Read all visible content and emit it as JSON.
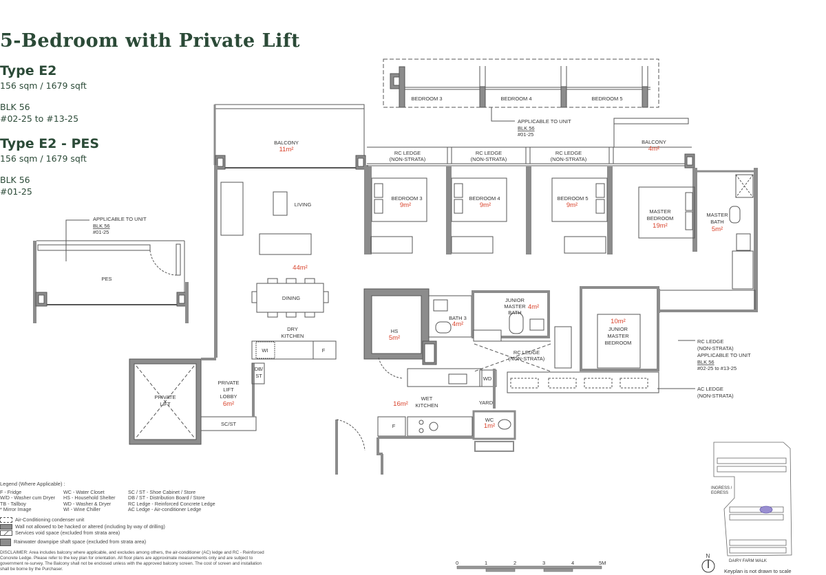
{
  "header": {
    "title": "5-Bedroom with Private Lift",
    "types": [
      {
        "name": "Type E2",
        "area": "156 sqm / 1679 sqft",
        "block": "BLK 56",
        "units": "#02-25 to #13-25"
      },
      {
        "name": "Type E2 - PES",
        "area": "156 sqm / 1679 sqft",
        "block": "BLK 56",
        "units": "#01-25"
      }
    ]
  },
  "plan": {
    "rooms": {
      "balcony_main": {
        "label": "BALCONY",
        "area": "11m²"
      },
      "living": {
        "label": "LIVING"
      },
      "living_dining_area": "44m²",
      "dining": {
        "label": "DINING"
      },
      "dry_kitchen": {
        "label1": "DRY",
        "label2": "KITCHEN"
      },
      "wi": "WI",
      "fridge_dry": "F",
      "db_st1": "DB/",
      "db_st2": "ST",
      "private_lift": {
        "label1": "PRIVATE",
        "label2": "LIFT"
      },
      "private_lift_lobby": {
        "label1": "PRIVATE",
        "label2": "LIFT",
        "label3": "LOBBY",
        "area": "6m²"
      },
      "sc_st": "SC/ST",
      "bedroom3": {
        "label": "BEDROOM 3",
        "area": "9m²"
      },
      "bedroom4": {
        "label": "BEDROOM 4",
        "area": "9m²"
      },
      "bedroom5": {
        "label": "BEDROOM 5",
        "area": "9m²"
      },
      "master_bedroom": {
        "label1": "MASTER",
        "label2": "BEDROOM",
        "area": "19m²"
      },
      "master_bath": {
        "label1": "MASTER",
        "label2": "BATH",
        "area": "5m²"
      },
      "balcony_master": {
        "label": "BALCONY",
        "area": "4m²"
      },
      "hs": {
        "label": "HS",
        "area": "5m²"
      },
      "bath3": {
        "label": "BATH 3",
        "area": "4m²"
      },
      "junior_master_bath": {
        "label1": "JUNIOR",
        "label2": "MASTER",
        "label3": "BATH",
        "area": "4m²"
      },
      "junior_master_bedroom": {
        "label1": "JUNIOR",
        "label2": "MASTER",
        "label3": "BEDROOM",
        "area": "10m²"
      },
      "rc_ledge_inner": {
        "label1": "RC LEDGE",
        "label2": "(NON-STRATA)"
      },
      "wet_kitchen": {
        "label1": "WET",
        "label2": "KITCHEN",
        "area": "16m²"
      },
      "fridge_wet": "F",
      "wd": "WD",
      "yard": "YARD",
      "wc": {
        "label": "WC",
        "area": "1m²"
      },
      "pes": {
        "label": "PES"
      }
    },
    "ledges": [
      {
        "label1": "RC LEDGE",
        "label2": "(NON-STRATA)"
      },
      {
        "label1": "RC LEDGE",
        "label2": "(NON-STRATA)"
      },
      {
        "label1": "RC LEDGE",
        "label2": "(NON-STRATA)"
      }
    ],
    "pes_variant_bedrooms": [
      "BEDROOM 3",
      "BEDROOM 4",
      "BEDROOM 5"
    ],
    "callouts": {
      "top": {
        "line1": "APPLICABLE TO UNIT",
        "line2": "BLK 56",
        "line3": "#01-25"
      },
      "pes": {
        "line1": "APPLICABLE TO UNIT",
        "line2": "BLK 56",
        "line3": "#01-25"
      },
      "rc_ledge_right": {
        "line1": "RC LEDGE",
        "line2": "(NON-STRATA)",
        "line3": "APPLICABLE TO UNIT",
        "line4": "BLK 56",
        "line5": "#02-25 to #13-25"
      },
      "ac_ledge_right": {
        "line1": "AC LEDGE",
        "line2": "(NON-STRATA)"
      }
    }
  },
  "legend": {
    "title": "Legend (Where Applicable) :",
    "col1": [
      "F - Fridge",
      "W/D - Washer cum Dryer",
      "TB - Tallboy",
      "* Mirror Image"
    ],
    "col2": [
      "WC - Water Closet",
      "HS - Household Shelter",
      "WD - Washer & Dryer",
      "WI  - Wine Chiller"
    ],
    "col3": [
      "SC / ST - Shoe Cabinet / Store",
      "DB / ST - Distribution Board / Store",
      "RC Ledge - Reinforced Concrete Ledge",
      "AC Ledge - Air-conditioner Ledge"
    ],
    "symbols": [
      "Air-Conditioning condenser unit",
      "Wall not allowed to be hacked or altered (including by way of drilling)",
      "Services void space (excluded from strata area)",
      "Rainwater downpipe shaft space (excluded from strata area)"
    ],
    "disclaimer": "DISCLAIMER: Area includes balcony where applicable, and excludes among others, the air-conditioner (AC) ledge and RC - Reinforced Concrete Ledge. Please refer to the key plan for orientation. All floor plans are approximate measurements only and are subject to government re-survey. The Balcony shall not be enclosed unless with the approved balcony screen. The cost of screen and installation shall be borne by the Purchaser."
  },
  "scale_bar": {
    "ticks": [
      "0",
      "1",
      "2",
      "3",
      "4",
      "5M"
    ]
  },
  "compass": {
    "label": "N"
  },
  "keyplan": {
    "ingress": "INGRESS /",
    "egress": "EGRESS",
    "road": "DAIRY FARM WALK",
    "note": "Keyplan is not drawn to scale"
  },
  "colors": {
    "title_green": "#2b4a37",
    "area_red": "#d9432c",
    "wall_gray": "#8c8c8c",
    "line": "#555555"
  }
}
